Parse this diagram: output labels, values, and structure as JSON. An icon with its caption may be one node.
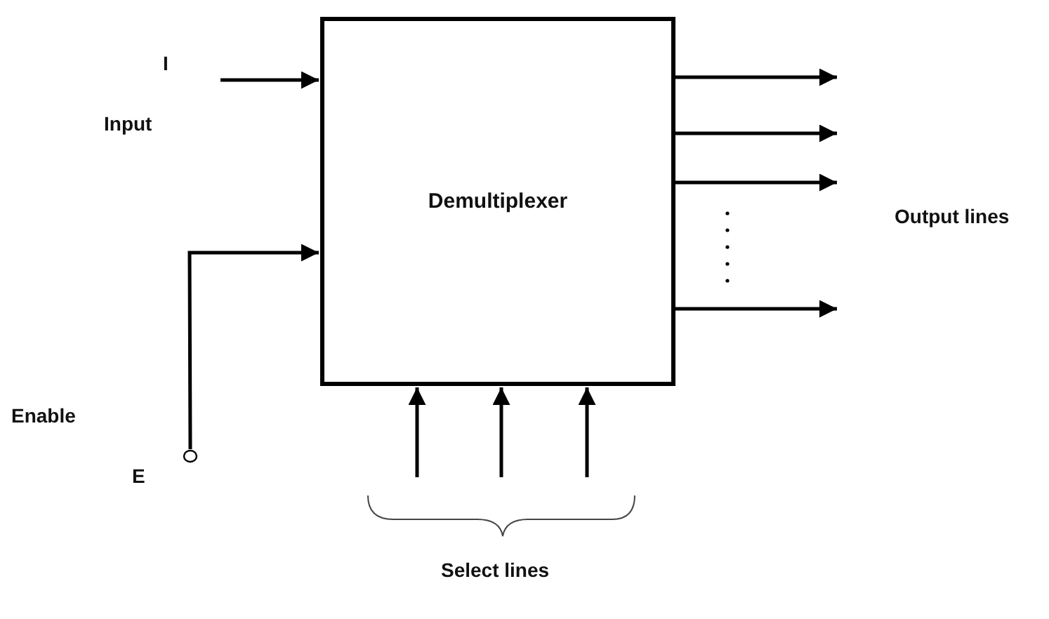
{
  "diagram": {
    "nodes": [
      {
        "text": [
          "Demultiplexer"
        ]
      },
      {
        "text": [],
        "shape": "circle"
      }
    ],
    "edges": [
      {
        "from": null,
        "to": 0,
        "arrow": "to"
      },
      {
        "from": 1,
        "to": 0,
        "arrow": "to"
      },
      {
        "from": 0,
        "to": null,
        "arrow": "to"
      },
      {
        "from": 0,
        "to": null,
        "arrow": "to"
      },
      {
        "from": 0,
        "to": null,
        "arrow": "to"
      },
      {
        "from": 0,
        "to": null,
        "arrow": "to"
      },
      {
        "from": null,
        "to": 0,
        "arrow": "to"
      },
      {
        "from": null,
        "to": 0,
        "arrow": "to"
      },
      {
        "from": null,
        "to": 0,
        "arrow": "to"
      }
    ],
    "labels": [
      "I",
      "Input",
      "Output lines",
      "Enable",
      "E",
      "Select lines"
    ]
  }
}
